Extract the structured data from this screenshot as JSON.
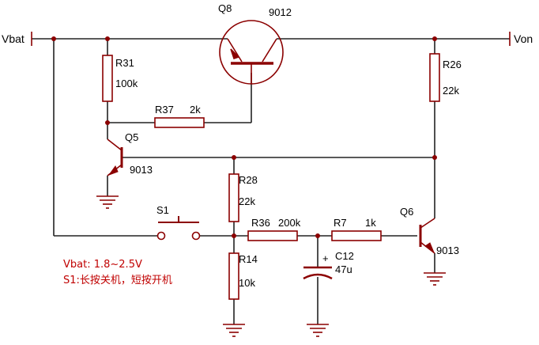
{
  "nets": {
    "vbat": "Vbat",
    "von": "Von"
  },
  "components": {
    "q8": {
      "ref": "Q8",
      "value": "9012"
    },
    "q5": {
      "ref": "Q5",
      "value": "9013"
    },
    "q6": {
      "ref": "Q6",
      "value": "9013"
    },
    "r31": {
      "ref": "R31",
      "value": "100k"
    },
    "r37": {
      "ref": "R37",
      "value": "2k"
    },
    "r26": {
      "ref": "R26",
      "value": "22k"
    },
    "r28": {
      "ref": "R28",
      "value": "22k"
    },
    "r14": {
      "ref": "R14",
      "value": "10k"
    },
    "r36": {
      "ref": "R36",
      "value": "200k"
    },
    "r7": {
      "ref": "R7",
      "value": "1k"
    },
    "c12": {
      "ref": "C12",
      "value": "47u",
      "polarity": "+"
    },
    "s1": {
      "ref": "S1"
    }
  },
  "notes": {
    "vbat_range": "Vbat: 1.8~2.5V",
    "s1_function": "S1:长按关机，短按开机"
  },
  "colors": {
    "wire": "#222222",
    "component": "#8b0000",
    "note_text": "#c00000"
  }
}
